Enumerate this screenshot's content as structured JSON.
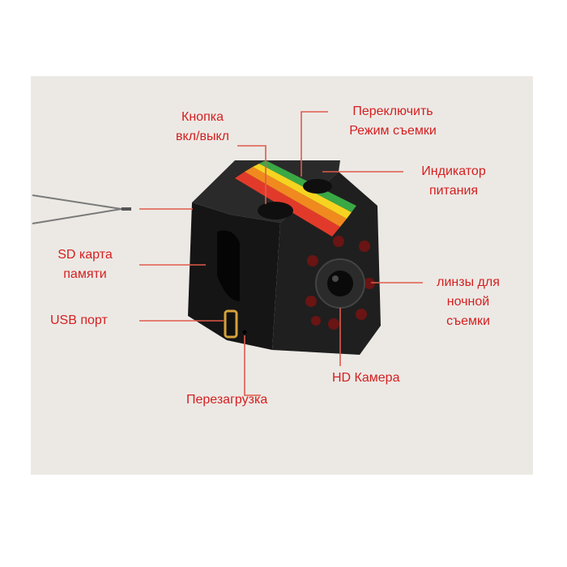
{
  "labels": {
    "power_button": [
      "Кнопка",
      "вкл/выкл"
    ],
    "mode_switch": [
      "Переключить",
      "Режим съемки"
    ],
    "power_indicator": [
      "Индикатор",
      "питания"
    ],
    "sd_card": [
      "SD карта",
      "памяти"
    ],
    "usb_port": "USB порт",
    "night_lenses": [
      "линзы для",
      "ночной",
      "съемки"
    ],
    "hd_camera": "HD Камера",
    "reset": "Перезагрузка"
  },
  "colors": {
    "label_text": "#d42020",
    "leader_line": "#e05a4a",
    "background_panel": "#ece9e5",
    "device_body": "#1c1c1c",
    "rainbow_stripe": [
      "#e23a2a",
      "#f08a1f",
      "#f6d320",
      "#3aa845"
    ]
  }
}
